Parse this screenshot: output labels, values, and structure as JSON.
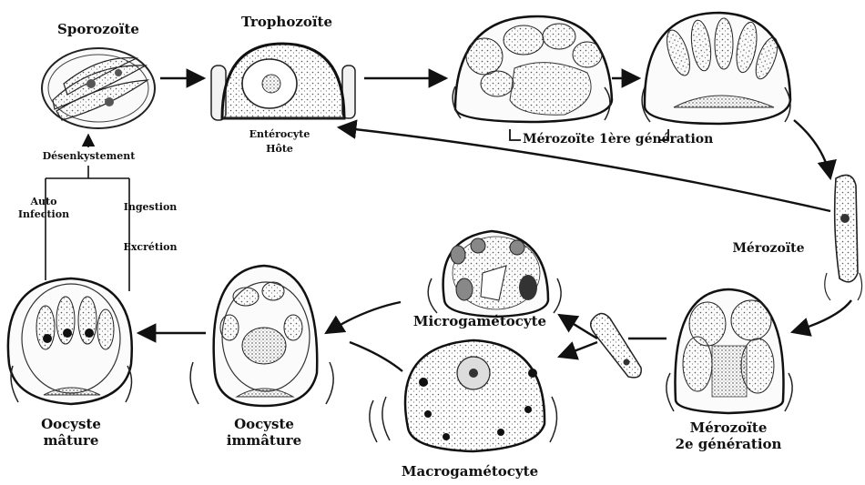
{
  "labels": {
    "sporozoite": "Sporozoïte",
    "trophozoite": "Trophozoïte",
    "enterocyte": "Entérocyte",
    "hote": "Hôte",
    "merozoite_1": "Mérozoïte 1ère génération",
    "merozoite": "Mérozoïte",
    "desenkystement": "Désenkystement",
    "auto": "Auto",
    "infection": "Infection",
    "ingestion": "Ingestion",
    "excretion": "Excrétion",
    "microgametocyte": "Microgamétocyte",
    "macrogametocyte": "Macrogamétocyte",
    "oocyste_mature_1": "Oocyste",
    "oocyste_mature_2": "mâture",
    "oocyste_immature_1": "Oocyste",
    "oocyste_immature_2": "immâture",
    "merozoite_2_1": "Mérozoïte",
    "merozoite_2_2": "2e génération"
  }
}
